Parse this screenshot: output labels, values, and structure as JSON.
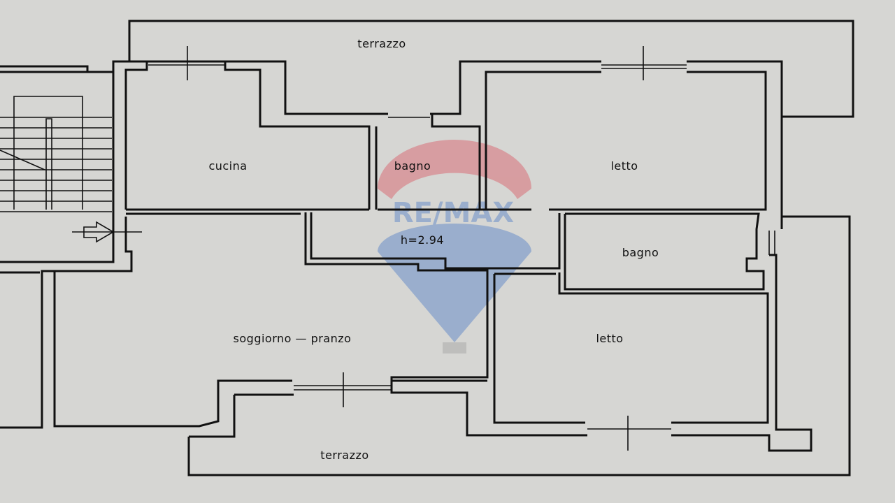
{
  "plan": {
    "ceiling_height": "h=2.94",
    "rooms": [
      {
        "id": "terrazzo-top",
        "label": "terrazzo"
      },
      {
        "id": "cucina",
        "label": "cucina"
      },
      {
        "id": "bagno-1",
        "label": "bagno"
      },
      {
        "id": "letto-1",
        "label": "letto"
      },
      {
        "id": "bagno-2",
        "label": "bagno"
      },
      {
        "id": "soggiorno",
        "label": "soggiorno — pranzo"
      },
      {
        "id": "letto-2",
        "label": "letto"
      },
      {
        "id": "terrazzo-bottom",
        "label": "terrazzo"
      }
    ]
  },
  "watermark": {
    "text": "RE/MAX",
    "colors": {
      "red": "#d9434f",
      "blue": "#3a6fc4"
    }
  }
}
